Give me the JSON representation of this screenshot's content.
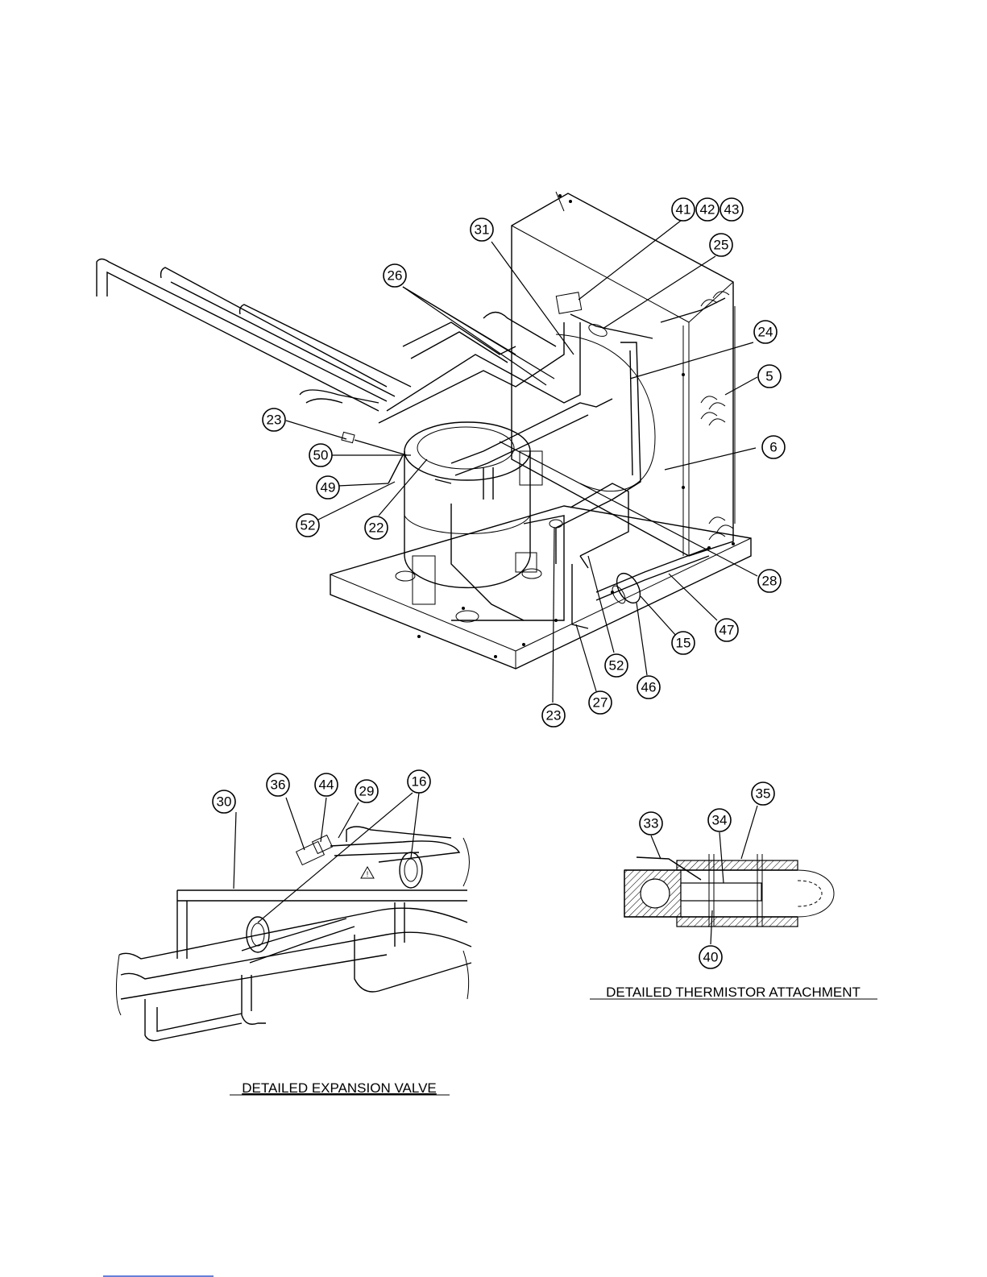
{
  "diagram": {
    "main_assembly": {
      "callouts": [
        "31",
        "41",
        "42",
        "43",
        "25",
        "26",
        "24",
        "5",
        "6",
        "23",
        "50",
        "49",
        "52",
        "22",
        "28",
        "47",
        "15",
        "46",
        "52",
        "23",
        "27"
      ]
    },
    "expansion_valve_detail": {
      "caption": "DETAILED EXPANSION VALVE",
      "callouts": [
        "30",
        "36",
        "44",
        "29",
        "16"
      ]
    },
    "thermistor_detail": {
      "caption": "DETAILED THERMISTOR ATTACHMENT",
      "callouts": [
        "33",
        "34",
        "35",
        "40"
      ]
    }
  }
}
